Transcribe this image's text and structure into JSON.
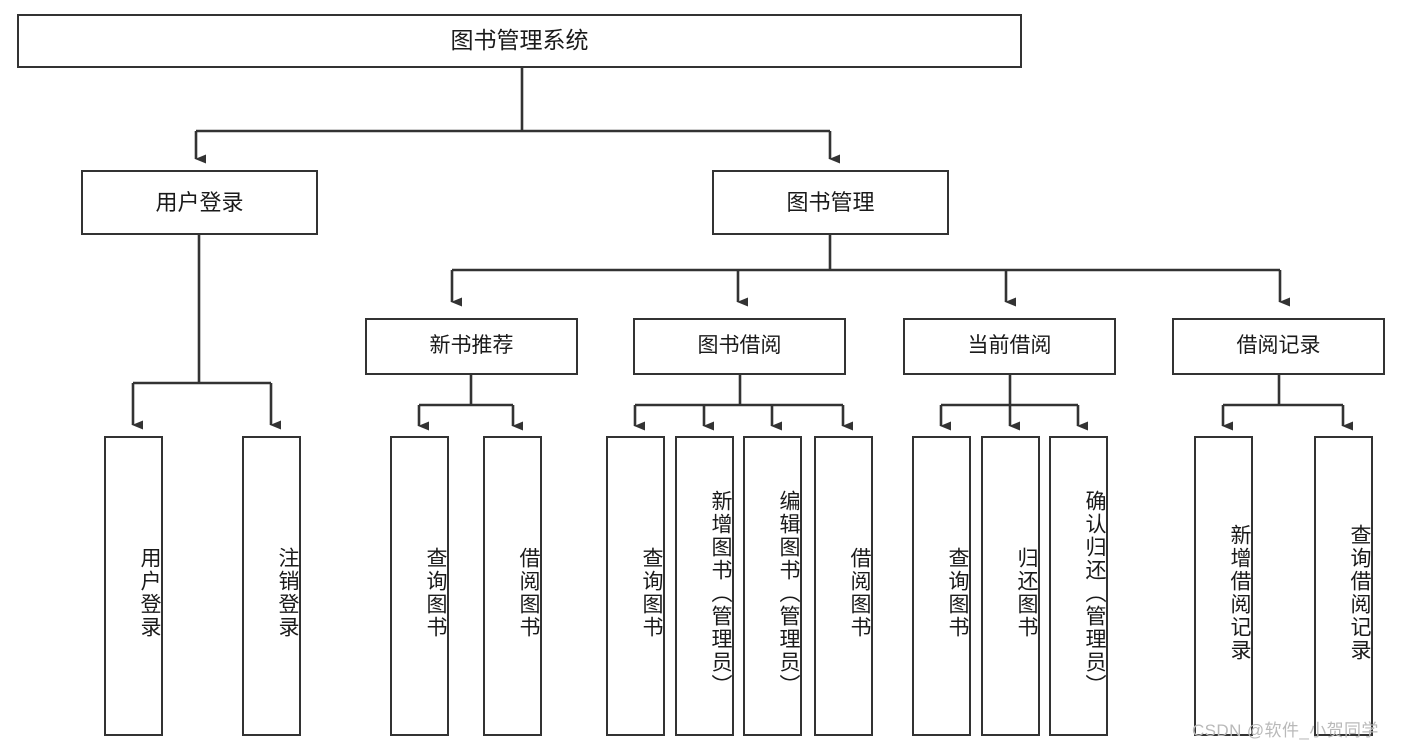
{
  "diagram": {
    "title": "图书管理系统",
    "type": "hierarchy-tree",
    "root": {
      "label": "图书管理系统"
    },
    "level1": [
      {
        "label": "用户登录"
      },
      {
        "label": "图书管理"
      }
    ],
    "level2": [
      {
        "label": "新书推荐"
      },
      {
        "label": "图书借阅"
      },
      {
        "label": "当前借阅"
      },
      {
        "label": "借阅记录"
      }
    ],
    "leaves": {
      "user_login": [
        {
          "label": "用户登录"
        },
        {
          "label": "注销登录"
        }
      ],
      "new_book_recommend": [
        {
          "label": "查询图书"
        },
        {
          "label": "借阅图书"
        }
      ],
      "book_borrow": [
        {
          "label": "查询图书"
        },
        {
          "label": "新增图书（管理员）"
        },
        {
          "label": "编辑图书（管理员）"
        },
        {
          "label": "借阅图书"
        }
      ],
      "current_borrow": [
        {
          "label": "查询图书"
        },
        {
          "label": "归还图书"
        },
        {
          "label": "确认归还（管理员）"
        }
      ],
      "borrow_record": [
        {
          "label": "新增借阅记录"
        },
        {
          "label": "查询借阅记录"
        }
      ]
    },
    "watermark": "CSDN @软件_小贺同学",
    "colors": {
      "border": "#333333",
      "background": "#ffffff",
      "text": "#1a1a1a",
      "watermark": "#b9b9b9"
    }
  }
}
